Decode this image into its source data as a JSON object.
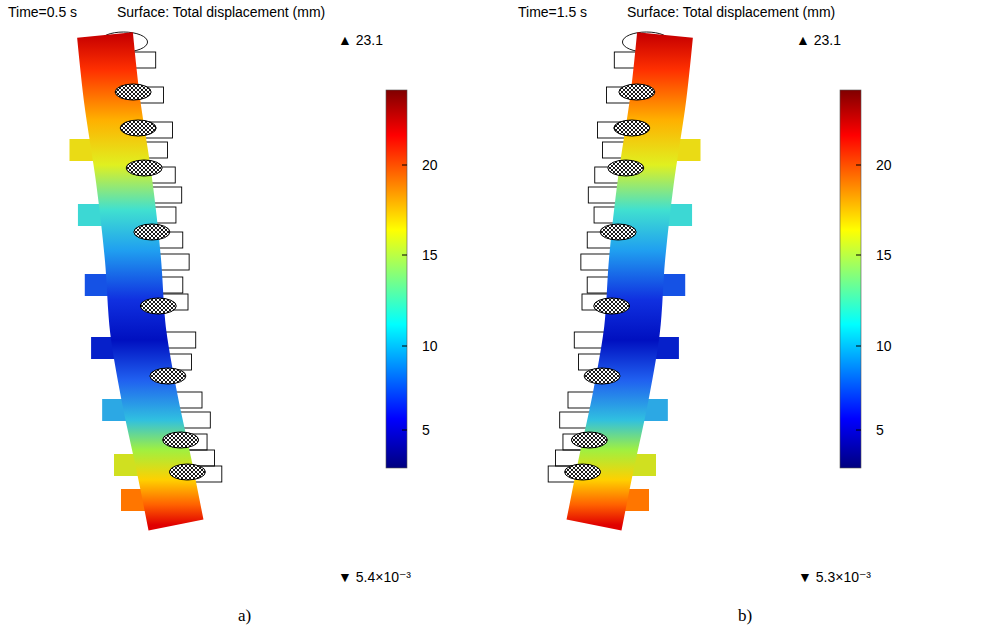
{
  "diagram": {
    "labels": [
      "Time=0.5 s",
      "Surface: Total displacement (mm)",
      "▲ 23.1",
      "20",
      "15",
      "10",
      "5",
      "▼ 5.4×10⁻³",
      "a)",
      "Time=1.5 s",
      "Surface: Total displacement (mm)",
      "▲ 23.1",
      "20",
      "15",
      "10",
      "5",
      "▼ 5.3×10⁻³",
      "b)"
    ]
  }
}
